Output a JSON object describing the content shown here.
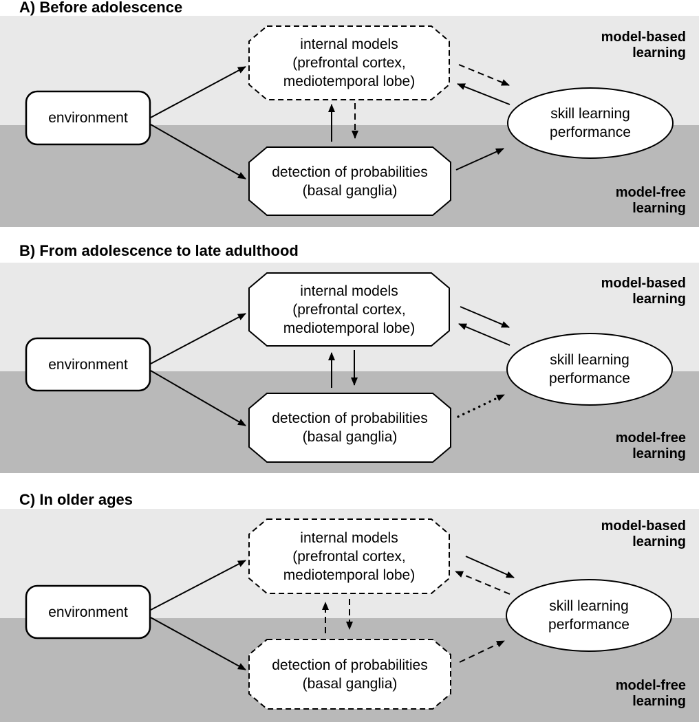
{
  "figure": {
    "colors": {
      "band_light": "#e9e9e9",
      "band_dark": "#b9b9b9",
      "node_fill": "#ffffff",
      "stroke": "#000000"
    },
    "panels": [
      {
        "id": "A",
        "title": "A) Before adolescence",
        "region_labels": {
          "top": "model-based\nlearning",
          "bottom": "model-free\nlearning"
        },
        "nodes": {
          "environment": "environment",
          "internal_models": "internal models\n(prefrontal cortex,\nmediotemporal lobe)",
          "detection": "detection of probabilities\n(basal ganglia)",
          "skill": "skill learning\nperformance"
        },
        "node_borders": {
          "internal_models": "dashed",
          "detection": "solid"
        },
        "edges": [
          {
            "from": "environment",
            "to": "internal_models",
            "style": "solid"
          },
          {
            "from": "environment",
            "to": "detection",
            "style": "solid"
          },
          {
            "from": "detection",
            "to": "internal_models",
            "style": "solid"
          },
          {
            "from": "internal_models",
            "to": "detection",
            "style": "dashed"
          },
          {
            "from": "internal_models",
            "to": "skill",
            "style": "dashed"
          },
          {
            "from": "skill",
            "to": "internal_models",
            "style": "solid"
          },
          {
            "from": "detection",
            "to": "skill",
            "style": "solid"
          }
        ]
      },
      {
        "id": "B",
        "title": "B) From adolescence to late adulthood",
        "region_labels": {
          "top": "model-based\nlearning",
          "bottom": "model-free\nlearning"
        },
        "nodes": {
          "environment": "environment",
          "internal_models": "internal models\n(prefrontal cortex,\nmediotemporal lobe)",
          "detection": "detection of probabilities\n(basal ganglia)",
          "skill": "skill learning\nperformance"
        },
        "node_borders": {
          "internal_models": "solid",
          "detection": "solid"
        },
        "edges": [
          {
            "from": "environment",
            "to": "internal_models",
            "style": "solid"
          },
          {
            "from": "environment",
            "to": "detection",
            "style": "solid"
          },
          {
            "from": "detection",
            "to": "internal_models",
            "style": "solid"
          },
          {
            "from": "internal_models",
            "to": "detection",
            "style": "solid"
          },
          {
            "from": "internal_models",
            "to": "skill",
            "style": "solid"
          },
          {
            "from": "skill",
            "to": "internal_models",
            "style": "solid"
          },
          {
            "from": "detection",
            "to": "skill",
            "style": "dotted"
          }
        ]
      },
      {
        "id": "C",
        "title": "C) In older ages",
        "region_labels": {
          "top": "model-based\nlearning",
          "bottom": "model-free\nlearning"
        },
        "nodes": {
          "environment": "environment",
          "internal_models": "internal models\n(prefrontal cortex,\nmediotemporal lobe)",
          "detection": "detection of probabilities\n(basal ganglia)",
          "skill": "skill learning\nperformance"
        },
        "node_borders": {
          "internal_models": "dashed",
          "detection": "dashed"
        },
        "edges": [
          {
            "from": "environment",
            "to": "internal_models",
            "style": "solid"
          },
          {
            "from": "environment",
            "to": "detection",
            "style": "solid"
          },
          {
            "from": "detection",
            "to": "internal_models",
            "style": "dashed"
          },
          {
            "from": "internal_models",
            "to": "detection",
            "style": "dashed"
          },
          {
            "from": "internal_models",
            "to": "skill",
            "style": "solid"
          },
          {
            "from": "skill",
            "to": "internal_models",
            "style": "dashed"
          },
          {
            "from": "detection",
            "to": "skill",
            "style": "dashed"
          }
        ]
      }
    ]
  }
}
